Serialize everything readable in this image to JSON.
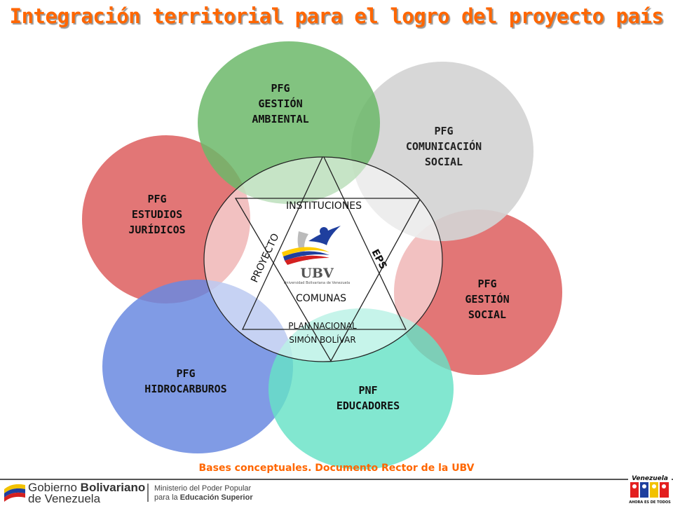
{
  "title": "Integración territorial para el logro del proyecto país",
  "circles": {
    "ambiental": {
      "line1": "PFG",
      "line2": "GESTIÓN",
      "line3": "AMBIENTAL",
      "color": "#6cb86a"
    },
    "comunicacion": {
      "line1": "PFG",
      "line2": "COMUNICACIÓN",
      "line3": "SOCIAL",
      "color": "#d4d4d4"
    },
    "juridicos": {
      "line1": "PFG",
      "line2": "ESTUDIOS",
      "line3": "JURÍDICOS",
      "color": "#df6a6a"
    },
    "social": {
      "line1": "PFG",
      "line2": "GESTIÓN",
      "line3": "SOCIAL",
      "color": "#df6a6a"
    },
    "hidrocarburos": {
      "line1": "PFG",
      "line2": "HIDROCARBUROS",
      "color": "#6a8ae0"
    },
    "educadores": {
      "line1": "PNF",
      "line2": "EDUCADORES",
      "color": "#66e2c6"
    }
  },
  "center": {
    "instituciones": "INSTITUCIONES",
    "proyecto": "PROYECTO",
    "eps": "EPS",
    "comunas": "COMUNAS",
    "plan_line1": "PLAN NACIONAL",
    "plan_line2": "SIMÓN BOLÍVAR",
    "logo_text": "UBV",
    "logo_subtext": "Universidad Bolivariana de Venezuela"
  },
  "caption": "Bases conceptuales. Documento Rector de la UBV",
  "footer": {
    "gov_line1_a": "Gobierno ",
    "gov_line1_b": "Bolivariano",
    "gov_line2": "de Venezuela",
    "ministry_line1": "Ministerio del Poder Popular",
    "ministry_line2_a": "para la ",
    "ministry_line2_b": "Educación Superior",
    "badge_top": "Venezuela",
    "badge_bottom": "AHORA ES DE TODOS"
  }
}
